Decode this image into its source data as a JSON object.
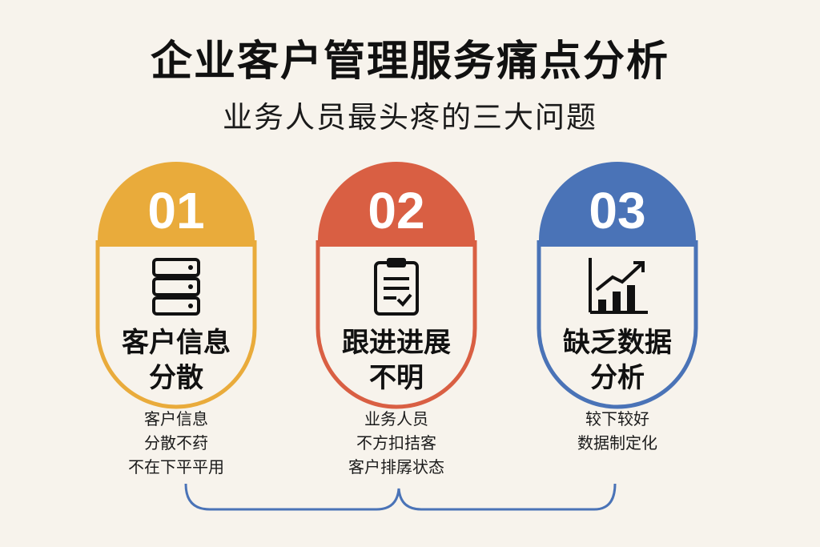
{
  "title": "企业客户管理服务痛点分析",
  "subtitle": "业务人员最头疼的三大问题",
  "colors": {
    "card1": "#e9ab3b",
    "card2": "#d95f43",
    "card3": "#4a73b7",
    "background": "#f7f3ec"
  },
  "cards": [
    {
      "number": "01",
      "icon": "server-icon",
      "heading": [
        "客户信息",
        "分散"
      ],
      "desc": [
        "客户信息",
        "分散不荮",
        "不在下平平用"
      ]
    },
    {
      "number": "02",
      "icon": "clipboard-check-icon",
      "heading": [
        "跟进进展",
        "不明"
      ],
      "desc": [
        "业务人员",
        "不方扣拮客",
        "客户排孱状态"
      ]
    },
    {
      "number": "03",
      "icon": "bar-chart-growth-icon",
      "heading": [
        "缺乏数据",
        "分析"
      ],
      "desc": [
        "较下较好",
        "数据制定化"
      ]
    }
  ]
}
